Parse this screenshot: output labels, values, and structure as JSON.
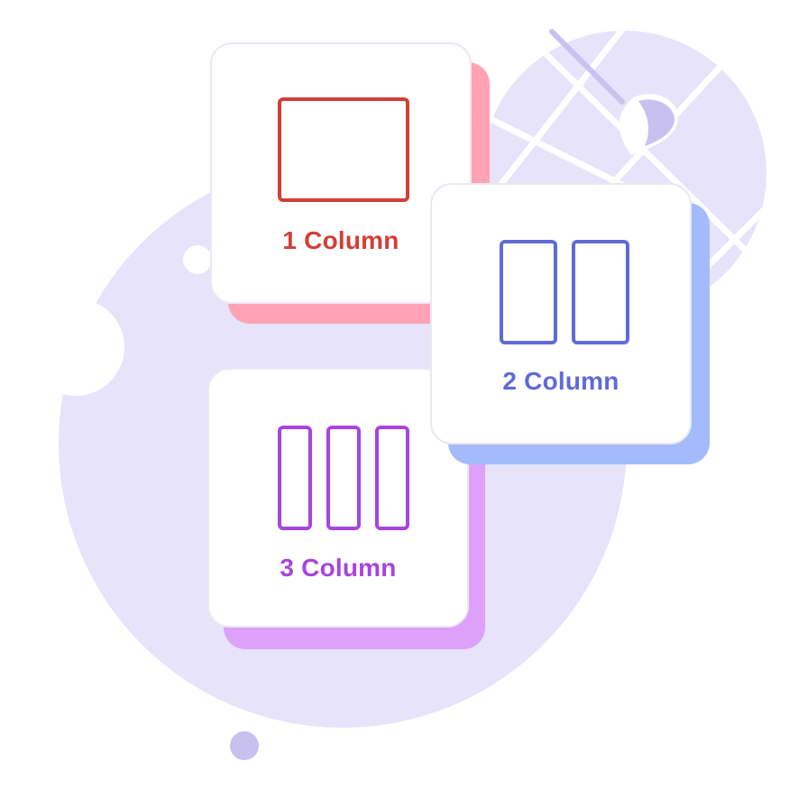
{
  "colors": {
    "background_blob": "#e6e3fa",
    "blob_lines": "#ffffff",
    "dot": "#c8c1f0",
    "map_pin": "#c8c1f0"
  },
  "cards": [
    {
      "label": "1 Column",
      "icon": "one-column-layout-icon",
      "accent": "#d23f35",
      "shadow": "#ffa3b5"
    },
    {
      "label": "2 Column",
      "icon": "two-column-layout-icon",
      "accent": "#5f6bd6",
      "shadow": "#a3bbfc"
    },
    {
      "label": "3 Column",
      "icon": "three-column-layout-icon",
      "accent": "#a844e0",
      "shadow": "#dea1fa"
    }
  ]
}
